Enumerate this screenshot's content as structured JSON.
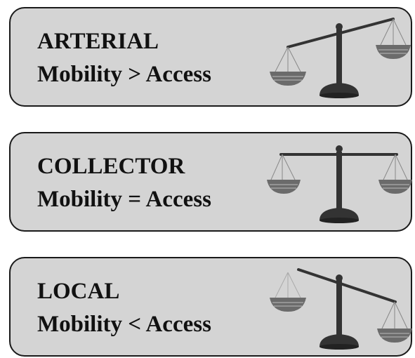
{
  "panels": [
    {
      "title": "ARTERIAL",
      "relation": "Mobility > Access",
      "tilt": "right-side-up",
      "scale_icon": "balance-scale-icon"
    },
    {
      "title": "COLLECTOR",
      "relation": "Mobility = Access",
      "tilt": "level",
      "scale_icon": "balance-scale-icon"
    },
    {
      "title": "LOCAL",
      "relation": "Mobility < Access",
      "tilt": "right-side-down",
      "scale_icon": "balance-scale-icon"
    }
  ],
  "colors": {
    "panel_fill": "#d4d4d4",
    "panel_border": "#1a1a1a",
    "text": "#111111",
    "scale_dark": "#333333",
    "scale_pan": "#6b6b6b"
  }
}
